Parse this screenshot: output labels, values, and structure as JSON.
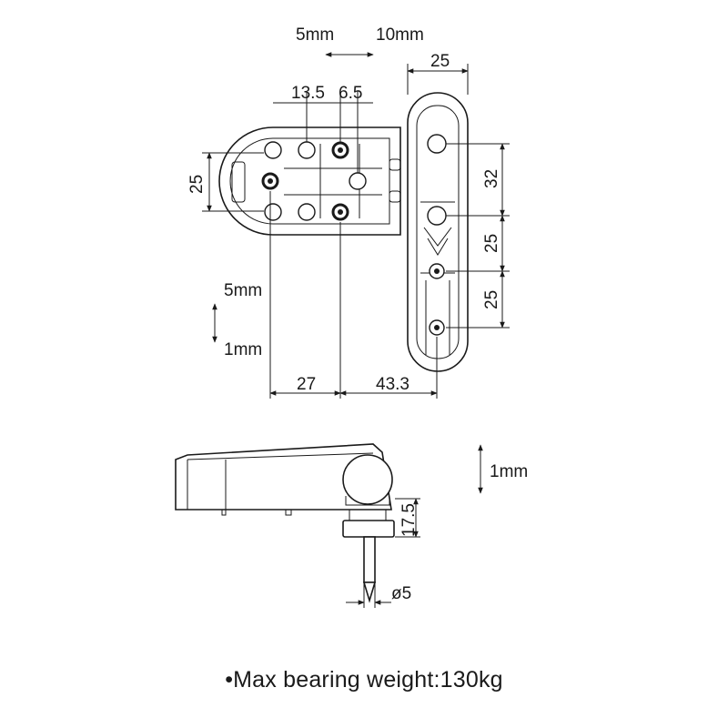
{
  "top_view": {
    "adjust_horizontal": {
      "left": "5mm",
      "right": "10mm"
    },
    "adjust_vertical": {
      "up": "5mm",
      "down": "1mm"
    },
    "dims": {
      "width_leaf": "25",
      "hole_spacing_a": "13.5",
      "hole_spacing_b": "6.5",
      "height_body": "25",
      "spacing_1": "32",
      "spacing_2": "25",
      "spacing_3": "25",
      "offset_1": "27",
      "offset_2": "43.3"
    }
  },
  "side_view": {
    "adjust_vertical": "1mm",
    "dims": {
      "height": "17.5",
      "pin_diameter": "ø5"
    }
  },
  "caption": {
    "bullet": "•",
    "text": "Max bearing weight:130kg"
  }
}
